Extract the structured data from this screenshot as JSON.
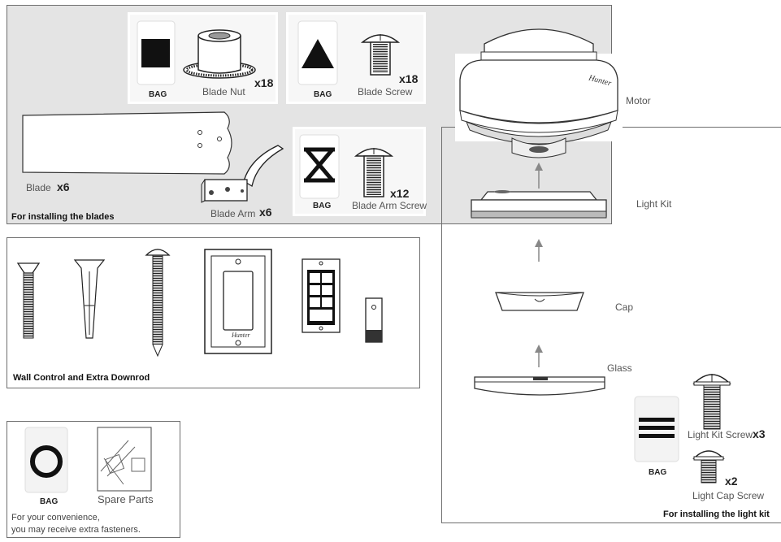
{
  "blades_section": {
    "caption": "For installing the blades",
    "blade": {
      "label": "Blade",
      "count": "x6"
    },
    "blade_arm": {
      "label": "Blade Arm",
      "count": "x6"
    },
    "blade_nut": {
      "bag": "BAG",
      "label": "Blade Nut",
      "count": "x18"
    },
    "blade_screw": {
      "bag": "BAG",
      "label": "Blade Screw",
      "count": "x18"
    },
    "blade_arm_screw": {
      "bag": "BAG",
      "label": "Blade Arm Screw",
      "count": "x12"
    }
  },
  "wall_section": {
    "caption": "Wall Control and Extra Downrod"
  },
  "spare_section": {
    "bag": "BAG",
    "label": "Spare Parts",
    "note_line1": "For your convenience,",
    "note_line2": "you may receive extra fasteners."
  },
  "light_kit_section": {
    "caption": "For installing the light kit",
    "motor": "Motor",
    "light_kit": "Light Kit",
    "cap": "Cap",
    "glass": "Glass",
    "bag": "BAG",
    "light_kit_screw": {
      "label": "Light Kit Screw",
      "count": "x3"
    },
    "light_cap_screw": {
      "label": "Light Cap Screw",
      "count": "x2"
    }
  },
  "logo_text": "Hunter"
}
